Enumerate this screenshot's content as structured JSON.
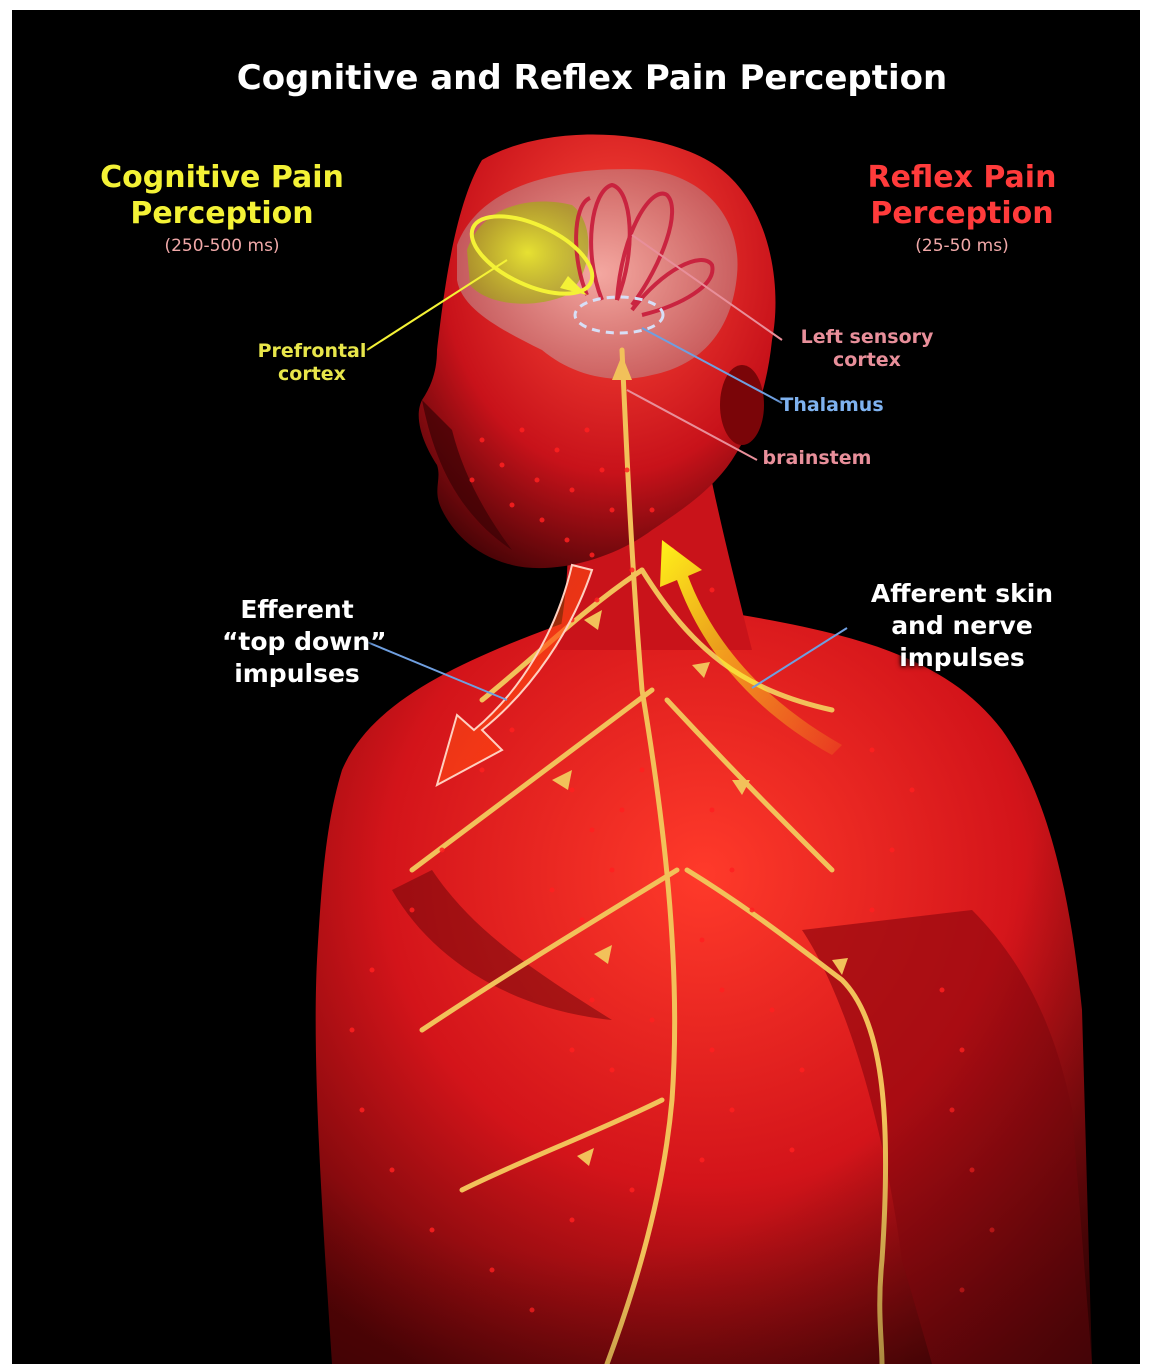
{
  "title": "Cognitive and Reflex Pain Perception",
  "cognitive": {
    "heading_line1": "Cognitive Pain",
    "heading_line2": "Perception",
    "timing": "(250-500 ms)",
    "color": "#f4f236"
  },
  "reflex": {
    "heading_line1": "Reflex Pain",
    "heading_line2": "Perception",
    "timing": "(25-50 ms)",
    "color": "#ff3b3b"
  },
  "labels": {
    "prefrontal_line1": "Prefrontal",
    "prefrontal_line2": "cortex",
    "sensory_line1": "Left sensory",
    "sensory_line2": "cortex",
    "thalamus": "Thalamus",
    "brainstem": "brainstem",
    "efferent_line1": "Efferent",
    "efferent_line2": "“top down”",
    "efferent_line3": "impulses",
    "afferent_line1": "Afferent skin",
    "afferent_line2": "and nerve",
    "afferent_line3": "impulses"
  },
  "colors": {
    "background": "#000000",
    "body": "#d3141a",
    "nerve": "#f2c15a",
    "efferent_arrow": "#ff3a10",
    "afferent_arrow": "#ffe81a",
    "thalamus_line": "#6f9fe0",
    "sensory_line": "#e88f9a"
  },
  "icons": [
    "human-figure",
    "brain",
    "nerve-tree",
    "efferent-arrow",
    "afferent-arrow"
  ]
}
